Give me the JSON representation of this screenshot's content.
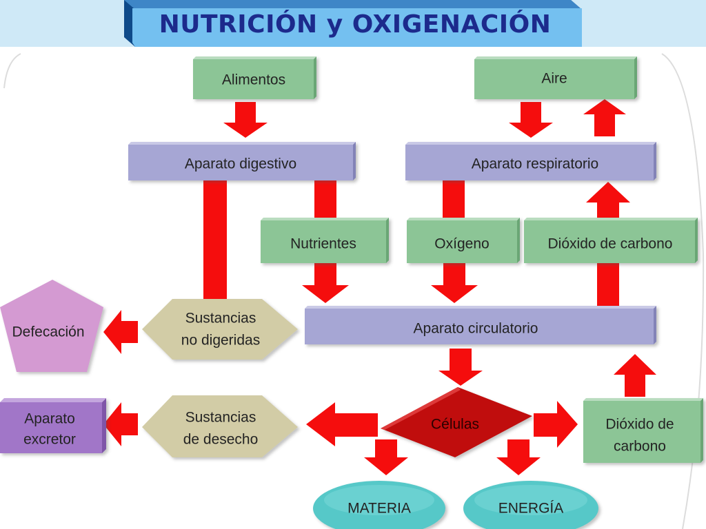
{
  "title": "NUTRICIÓN y OXIGENACIÓN",
  "nodes": {
    "alimentos": "Alimentos",
    "aire": "Aire",
    "aparato_digestivo": "Aparato digestivo",
    "aparato_respiratorio": "Aparato respiratorio",
    "nutrientes": "Nutrientes",
    "oxigeno": "Oxígeno",
    "dioxido_carbono_top": "Dióxido de carbono",
    "defecacion": "Defecación",
    "sustancias_no_digeridas": [
      "Sustancias",
      "no digeridas"
    ],
    "aparato_circulatorio": "Aparato circulatorio",
    "aparato_excretor": [
      "Aparato",
      "excretor"
    ],
    "sustancias_desecho": [
      "Sustancias",
      "de desecho"
    ],
    "celulas": "Células",
    "dioxido_carbono_bottom": [
      "Dióxido de",
      "carbono"
    ],
    "materia": "MATERIA",
    "energia": "ENERGÍA"
  },
  "colors": {
    "green_box": "#8cc596",
    "violet_box": "#a6a6d4",
    "khaki_hex": "#d2cca6",
    "pink_pentagon": "#d49ad2",
    "purple_box": "#a176c8",
    "red_diamond": "#c0080a",
    "teal_ellipse": "#57c8c8",
    "arrow_red": "#f50d0d",
    "title_text": "#1c2a8c",
    "title_band": "#cfe9f7"
  }
}
